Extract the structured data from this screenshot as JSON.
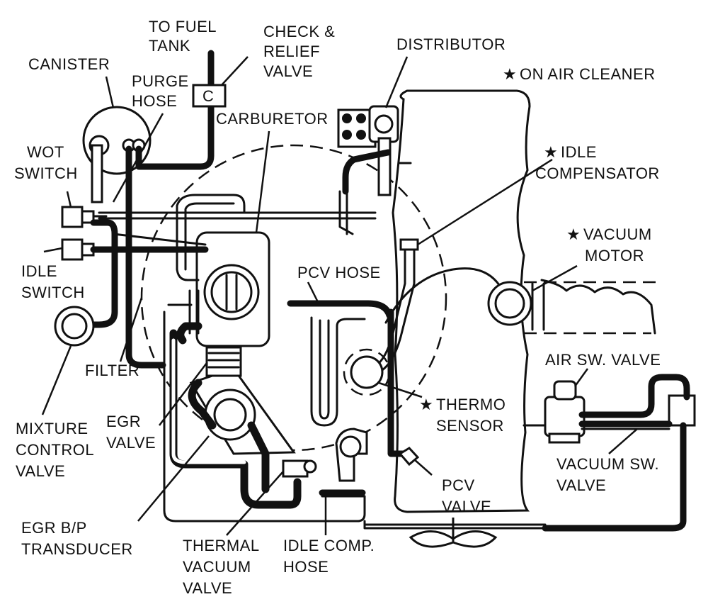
{
  "labels": {
    "to_fuel_tank_1": "TO FUEL",
    "to_fuel_tank_2": "TANK",
    "check_relief_1": "CHECK &",
    "check_relief_2": "RELIEF",
    "check_relief_3": "VALVE",
    "check_valve_letter": "C",
    "distributor": "DISTRIBUTOR",
    "on_air_cleaner": "ON AIR CLEANER",
    "canister": "CANISTER",
    "purge_hose_1": "PURGE",
    "purge_hose_2": "HOSE",
    "carburetor": "CARBURETOR",
    "wot_switch_1": "WOT",
    "wot_switch_2": "SWITCH",
    "idle_compensator_1": "IDLE",
    "idle_compensator_2": "COMPENSATOR",
    "vacuum_motor_1": "VACUUM",
    "vacuum_motor_2": "MOTOR",
    "idle_switch_1": "IDLE",
    "idle_switch_2": "SWITCH",
    "pcv_hose": "PCV HOSE",
    "filter": "FILTER",
    "air_sw_valve": "AIR SW. VALVE",
    "thermo_sensor_1": "THERMO",
    "thermo_sensor_2": "SENSOR",
    "mixture_control_valve_1": "MIXTURE",
    "mixture_control_valve_2": "CONTROL",
    "mixture_control_valve_3": "VALVE",
    "egr_valve_1": "EGR",
    "egr_valve_2": "VALVE",
    "vacuum_sw_valve_1": "VACUUM SW.",
    "vacuum_sw_valve_2": "VALVE",
    "pcv_valve_1": "PCV",
    "pcv_valve_2": "VALVE",
    "egr_bp_transducer_1": "EGR B/P",
    "egr_bp_transducer_2": "TRANSDUCER",
    "thermal_vacuum_valve_1": "THERMAL",
    "thermal_vacuum_valve_2": "VACUUM",
    "thermal_vacuum_valve_3": "VALVE",
    "idle_comp_hose_1": "IDLE COMP.",
    "idle_comp_hose_2": "HOSE"
  },
  "star_symbol": "★"
}
